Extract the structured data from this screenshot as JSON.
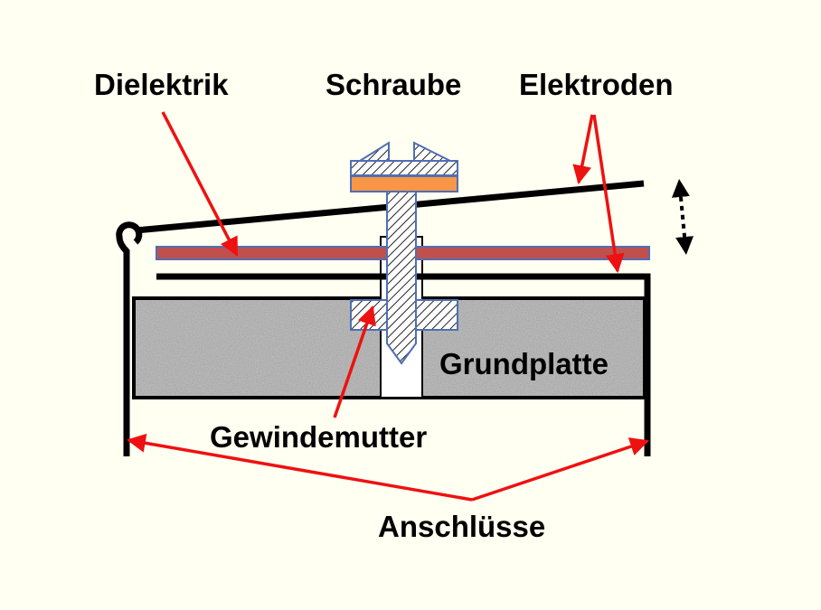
{
  "labels": {
    "dielektrik": "Dielektrik",
    "schraube": "Schraube",
    "elektroden": "Elektroden",
    "grundplatte": "Grundplatte",
    "gewindemutter": "Gewindemutter",
    "anschluesse": "Anschlüsse"
  },
  "colors": {
    "background": "#fffff2",
    "arrow": "#ee1111",
    "dielectric": "#c0504d",
    "dielectric_border": "#4f6fb3",
    "screw_washer": "#f79646",
    "electrode": "#000000",
    "base_plate": "#b5b5b5"
  },
  "icons": {
    "motion_indicator": "dotted-double-arrow-icon"
  }
}
